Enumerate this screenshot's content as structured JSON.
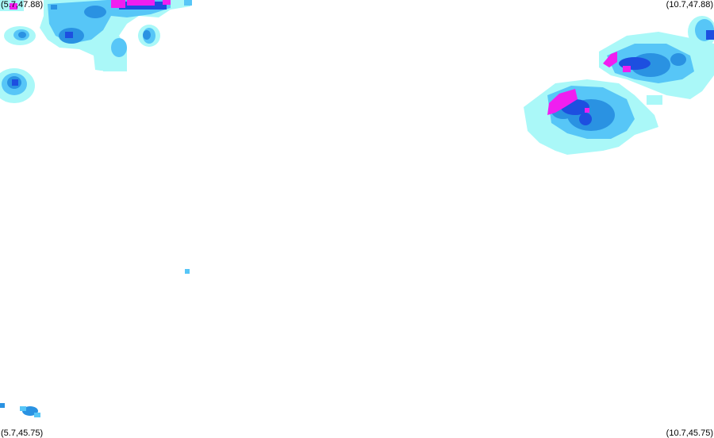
{
  "map": {
    "corners": {
      "top_left": "(5.7,47.88)",
      "top_right": "(10.7,47.88)",
      "bottom_left": "(5.7,45.75)",
      "bottom_right": "(10.7,45.75)"
    },
    "bounds": {
      "lon_min": 5.7,
      "lon_max": 10.7,
      "lat_min": 45.75,
      "lat_max": 47.88
    },
    "intensity_palette": [
      "#aaf8f8",
      "#57c6f7",
      "#2a92e2",
      "#1d4fe0",
      "#f01ef0"
    ],
    "background": "#ffffff"
  }
}
